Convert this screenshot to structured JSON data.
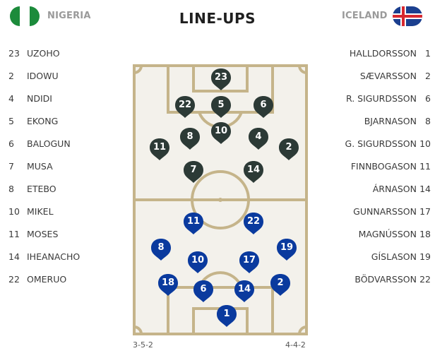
{
  "colors": {
    "nigeria_marker": "#2c3a36",
    "iceland_marker": "#0a3a9e",
    "pitch_fill": "#f3f1eb",
    "pitch_lines": "#c5b48a",
    "nigeria_flag_green": "#1c8b3b",
    "iceland_flag_blue": "#1b3f8f",
    "iceland_flag_red": "#d7282f"
  },
  "header": {
    "title": "LINE-UPS",
    "home": {
      "name": "NIGERIA",
      "flag_icon": "nigeria-flag-icon"
    },
    "away": {
      "name": "ICELAND",
      "flag_icon": "iceland-flag-icon"
    }
  },
  "home_players": [
    {
      "number": "23",
      "name": "UZOHO"
    },
    {
      "number": "2",
      "name": "IDOWU"
    },
    {
      "number": "4",
      "name": "NDIDI"
    },
    {
      "number": "5",
      "name": "EKONG"
    },
    {
      "number": "6",
      "name": "BALOGUN"
    },
    {
      "number": "7",
      "name": "MUSA"
    },
    {
      "number": "8",
      "name": "ETEBO"
    },
    {
      "number": "10",
      "name": "MIKEL"
    },
    {
      "number": "11",
      "name": "MOSES"
    },
    {
      "number": "14",
      "name": "IHEANACHO"
    },
    {
      "number": "22",
      "name": "OMERUO"
    }
  ],
  "away_players": [
    {
      "number": "1",
      "name": "HALLDORSSON"
    },
    {
      "number": "2",
      "name": "SÆVARSSON"
    },
    {
      "number": "6",
      "name": "R. SIGURDSSON"
    },
    {
      "number": "8",
      "name": "BJARNASON"
    },
    {
      "number": "10",
      "name": "G. SIGURDSSON"
    },
    {
      "number": "11",
      "name": "FINNBOGASON"
    },
    {
      "number": "14",
      "name": "ÁRNASON"
    },
    {
      "number": "17",
      "name": "GUNNARSSON"
    },
    {
      "number": "18",
      "name": "MAGNÚSSON"
    },
    {
      "number": "19",
      "name": "GÍSLASON"
    },
    {
      "number": "22",
      "name": "BÖDVARSSON"
    }
  ],
  "pitch_home": [
    "23",
    "22",
    "5",
    "6",
    "10",
    "8",
    "4",
    "11",
    "2",
    "7",
    "14"
  ],
  "pitch_away": [
    "11",
    "22",
    "8",
    "19",
    "10",
    "17",
    "18",
    "6",
    "14",
    "2",
    "1"
  ],
  "formations": {
    "home": "3-5-2",
    "away": "4-4-2"
  }
}
